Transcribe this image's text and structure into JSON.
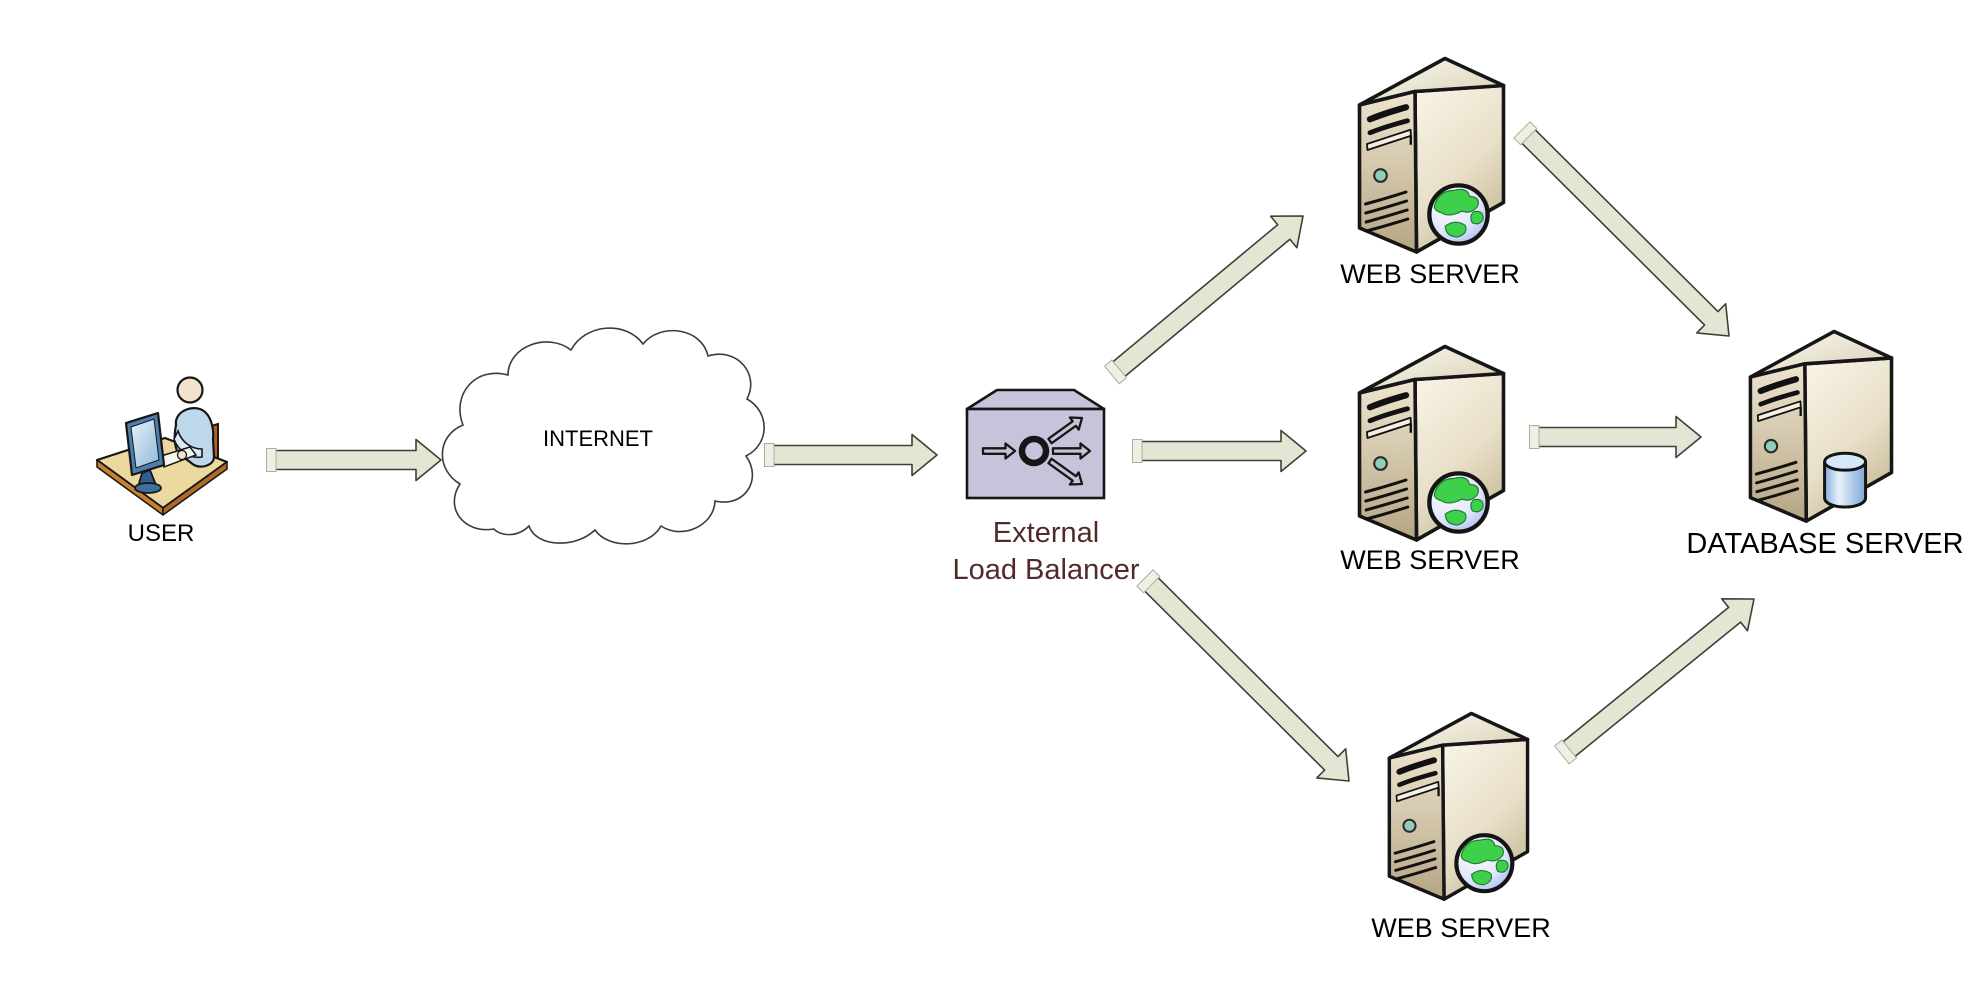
{
  "diagram": {
    "kind": "network-architecture-diagram",
    "nodes": {
      "user": {
        "label": "USER",
        "icon": "person-at-computer-icon"
      },
      "internet": {
        "label": "INTERNET",
        "icon": "cloud-icon"
      },
      "load_balancer": {
        "label_line1": "External",
        "label_line2": "Load Balancer",
        "icon": "load-balancer-box-icon"
      },
      "web_server_top": {
        "label": "WEB SERVER",
        "icon": "server-tower-globe-icon"
      },
      "web_server_middle": {
        "label": "WEB SERVER",
        "icon": "server-tower-globe-icon"
      },
      "web_server_bottom": {
        "label": "WEB SERVER",
        "icon": "server-tower-globe-icon"
      },
      "database_server": {
        "label": "DATABASE SERVER",
        "icon": "server-tower-database-icon"
      }
    },
    "connections": [
      {
        "from": "user",
        "to": "internet"
      },
      {
        "from": "internet",
        "to": "load_balancer"
      },
      {
        "from": "load_balancer",
        "to": "web_server_top"
      },
      {
        "from": "load_balancer",
        "to": "web_server_middle"
      },
      {
        "from": "load_balancer",
        "to": "web_server_bottom"
      },
      {
        "from": "web_server_top",
        "to": "database_server"
      },
      {
        "from": "web_server_middle",
        "to": "database_server"
      },
      {
        "from": "web_server_bottom",
        "to": "database_server"
      }
    ],
    "colors": {
      "background": "#ffffff",
      "arrow_fill": "#e3e6d2",
      "arrow_stroke": "#3d4038",
      "arrow_tail_cap": "#eef0e5",
      "arrow_tail_cap_stroke": "#aab09a",
      "lb_box_fill": "#c9c2db",
      "lb_box_stroke": "#161616",
      "lb_label_color": "#512b29",
      "node_label_color": "#000000",
      "cloud_fill": "#ffffff",
      "cloud_stroke": "#3c3c3c",
      "server_body_light": "#f8f4e7",
      "server_body_dark": "#c2b493",
      "led_color": "#8fd0b8",
      "globe_land": "#3ecf4b",
      "globe_ocean": "#8fa0ee",
      "db_cylinder_blue": "#86aede"
    }
  }
}
